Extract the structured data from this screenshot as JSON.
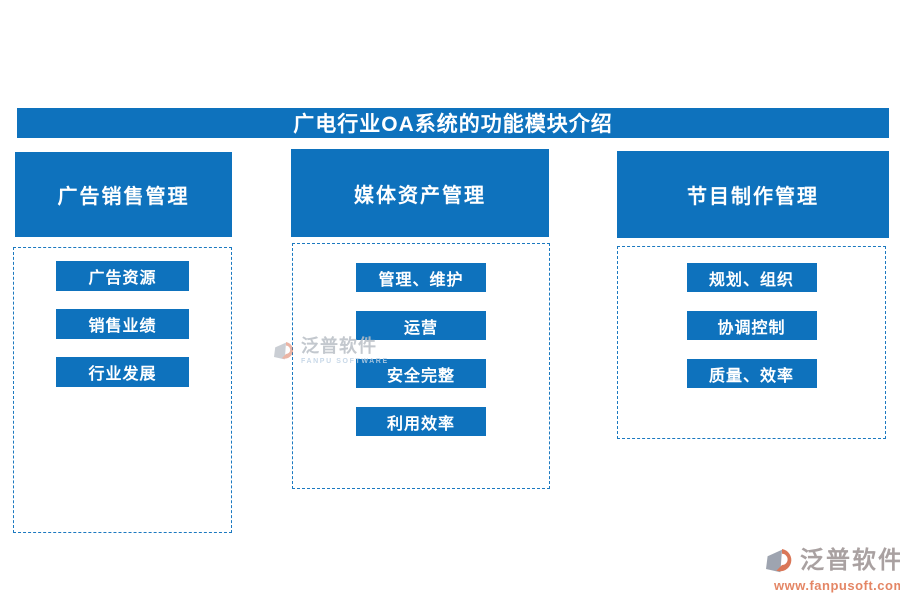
{
  "title": {
    "text": "广电行业OA系统的功能模块介绍"
  },
  "columns": [
    {
      "header": "广告销售管理",
      "items": [
        "广告资源",
        "销售业绩",
        "行业发展"
      ]
    },
    {
      "header": "媒体资产管理",
      "items": [
        "管理、维护",
        "运营",
        "安全完整",
        "利用效率"
      ]
    },
    {
      "header": "节目制作管理",
      "items": [
        "规划、组织",
        "协调控制",
        "质量、效率"
      ]
    }
  ],
  "watermark": {
    "brand": "泛普软件",
    "subtitle": "FANPU SOFTWARE"
  },
  "footer_logo": {
    "brand": "泛普软件",
    "url": "www.fanpusoft.com"
  },
  "colors": {
    "primary_blue": "#0e72bd",
    "dashed_border": "#1b79c0",
    "logo_orange": "#e0714b",
    "watermark_grey": "#b9bfc6"
  }
}
